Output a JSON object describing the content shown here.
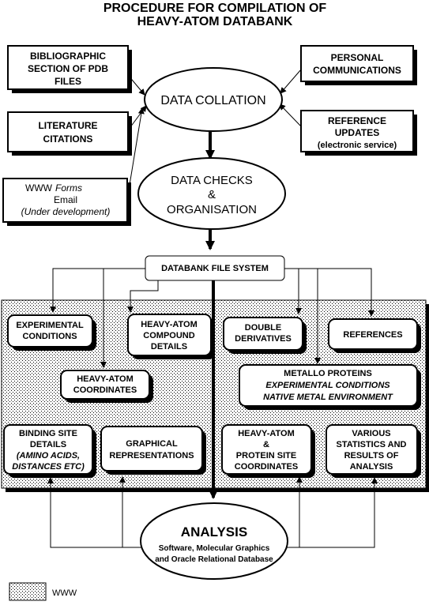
{
  "title": [
    "PROCEDURE FOR COMPILATION OF",
    "HEAVY-ATOM DATABANK"
  ],
  "sources": {
    "bibliographic": [
      "BIBLIOGRAPHIC",
      "SECTION OF PDB",
      "FILES"
    ],
    "literature": [
      "LITERATURE",
      "CITATIONS"
    ],
    "www_forms": [
      "WWW",
      "Forms",
      "Email",
      "(Under development)"
    ],
    "personal": [
      "PERSONAL",
      "COMMUNICATIONS"
    ],
    "reference_updates": [
      "REFERENCE",
      "UPDATES",
      "(electronic service)"
    ]
  },
  "process": {
    "data_collation": "DATA COLLATION",
    "data_checks": [
      "DATA CHECKS",
      "&",
      "ORGANISATION"
    ],
    "file_system": "DATABANK FILE SYSTEM"
  },
  "databank": {
    "experimental_conditions": [
      "EXPERIMENTAL",
      "CONDITIONS"
    ],
    "compound_details": [
      "HEAVY-ATOM",
      "COMPOUND",
      "DETAILS"
    ],
    "heavy_atom_coordinates": [
      "HEAVY-ATOM",
      "COORDINATES"
    ],
    "double_derivatives": [
      "DOUBLE",
      "DERIVATIVES"
    ],
    "references": "REFERENCES",
    "metallo_proteins": [
      "METALLO PROTEINS",
      "EXPERIMENTAL CONDITIONS",
      "NATIVE METAL ENVIRONMENT"
    ],
    "binding_site": [
      "BINDING SITE",
      "DETAILS",
      "(AMINO ACIDS,",
      "DISTANCES ETC)"
    ],
    "graphical": [
      "GRAPHICAL",
      "REPRESENTATIONS"
    ],
    "protein_site_coords": [
      "HEAVY-ATOM",
      "&",
      "PROTEIN SITE",
      "COORDINATES"
    ],
    "statistics": [
      "VARIOUS",
      "STATISTICS AND",
      "RESULTS OF",
      "ANALYSIS"
    ]
  },
  "analysis": {
    "title": "ANALYSIS",
    "subtitle": [
      "Software, Molecular Graphics",
      "and Oracle Relational Database"
    ]
  },
  "legend": {
    "label": "WWW"
  }
}
